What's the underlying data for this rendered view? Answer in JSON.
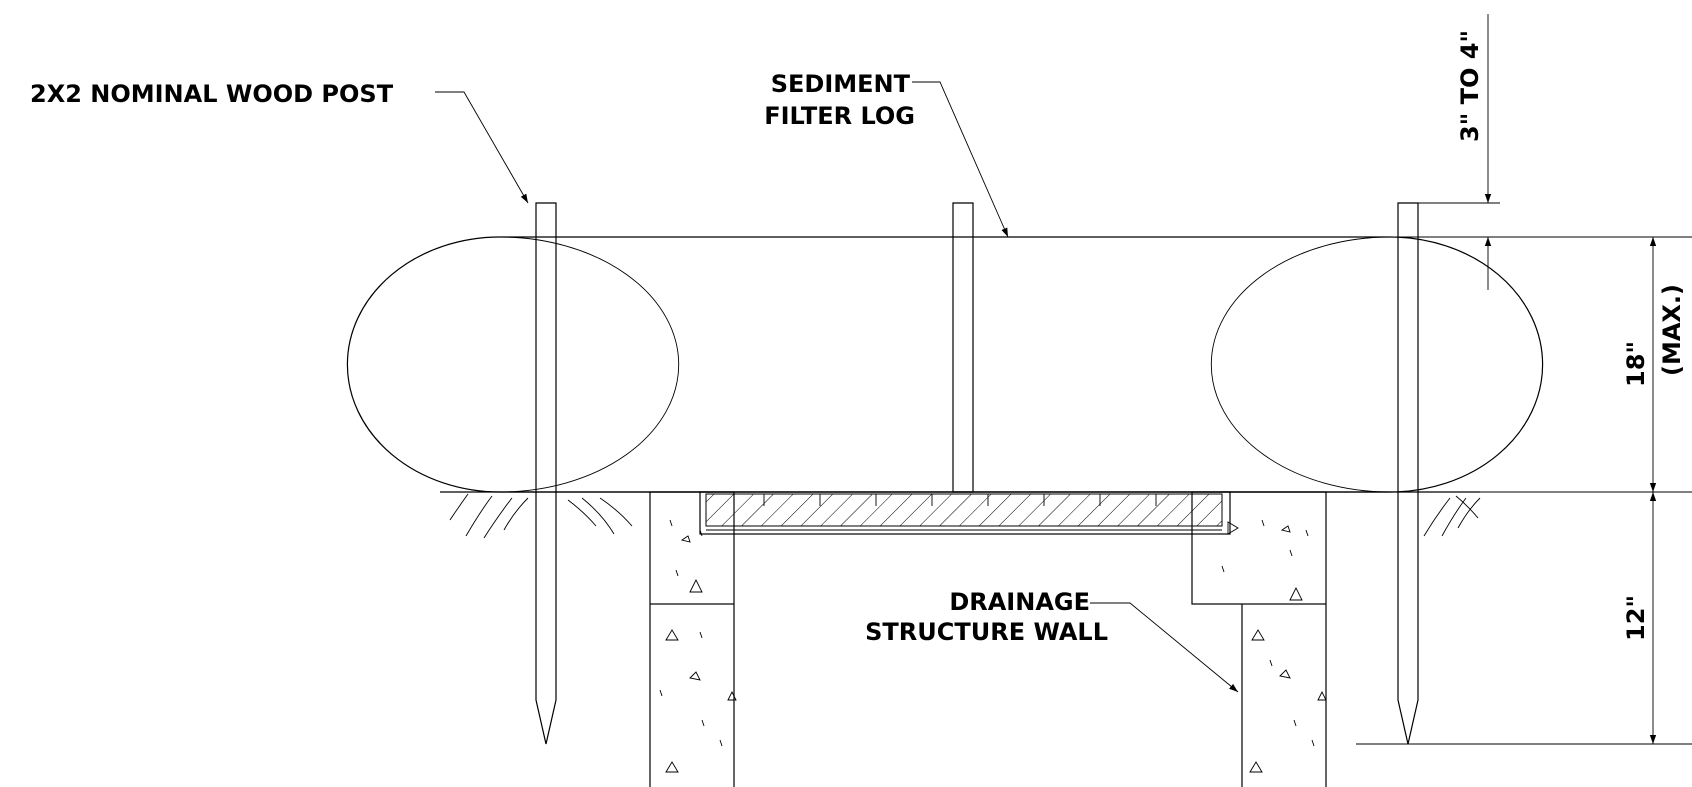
{
  "labels": {
    "post": "2X2 NOMINAL WOOD POST",
    "filter_log_line1": "SEDIMENT",
    "filter_log_line2": "FILTER LOG",
    "wall_line1": "DRAINAGE",
    "wall_line2": "STRUCTURE WALL"
  },
  "dimensions": {
    "post_above_log": "3\" TO 4\"",
    "log_height": "18\"",
    "log_height_note": "(MAX.)",
    "embedment": "12\""
  }
}
